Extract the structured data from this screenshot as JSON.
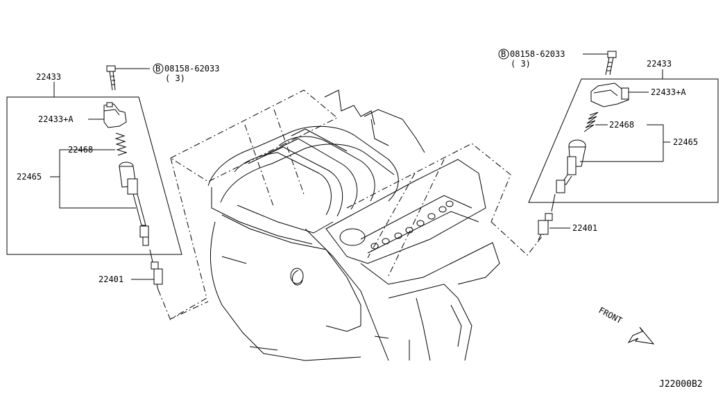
{
  "left": {
    "box_label": "22433",
    "coil_label": "22433+A",
    "spring_label": "22468",
    "assembly_label": "22465",
    "plug_label": "22401",
    "bolt_prefix": "B",
    "bolt_label": "08158-62033",
    "bolt_qty": "( 3)"
  },
  "right": {
    "box_label": "22433",
    "coil_label": "22433+A",
    "spring_label": "22468",
    "assembly_label": "22465",
    "plug_label": "22401",
    "bolt_prefix": "B",
    "bolt_label": "08158-62033",
    "bolt_qty": "( 3)"
  },
  "front_label": "FRONT",
  "diagram_code": "J22000B2"
}
